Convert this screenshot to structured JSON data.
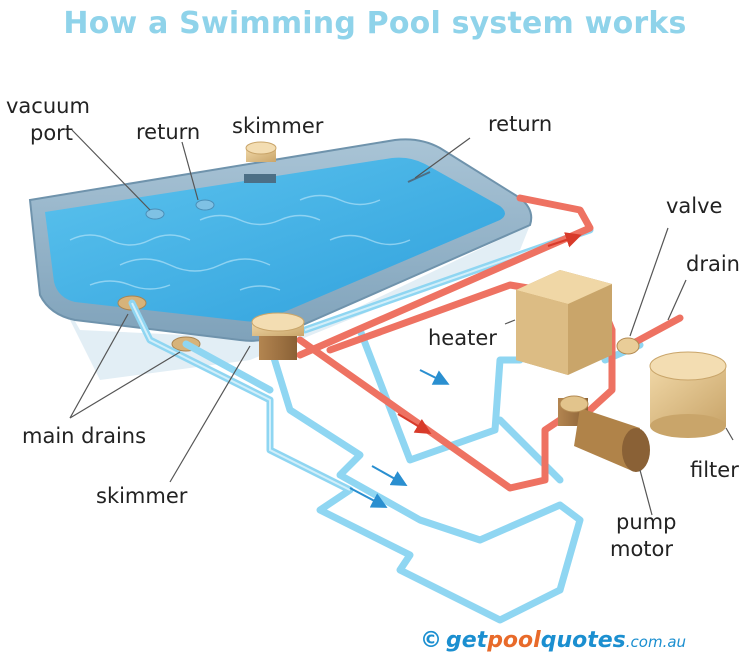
{
  "title": "How a Swimming Pool system works",
  "labels": {
    "vacuum_port_1": "vacuum",
    "vacuum_port_2": "port",
    "return_left": "return",
    "skimmer_top": "skimmer",
    "return_right": "return",
    "valve": "valve",
    "drain": "drain",
    "heater": "heater",
    "main_drains": "main drains",
    "skimmer_bottom": "skimmer",
    "filter": "filter",
    "pump_1": "pump",
    "pump_2": "motor"
  },
  "brand": {
    "copyright": "©",
    "get": "get",
    "pool": "pool",
    "quotes": "quotes",
    "domain": ".com.au"
  },
  "colors": {
    "title": "#8fd3ea",
    "water": "#4fb5e6",
    "pipe_cold": "#8fd6f2",
    "pipe_hot": "#ee7262",
    "equipment": "#e2c48c"
  }
}
